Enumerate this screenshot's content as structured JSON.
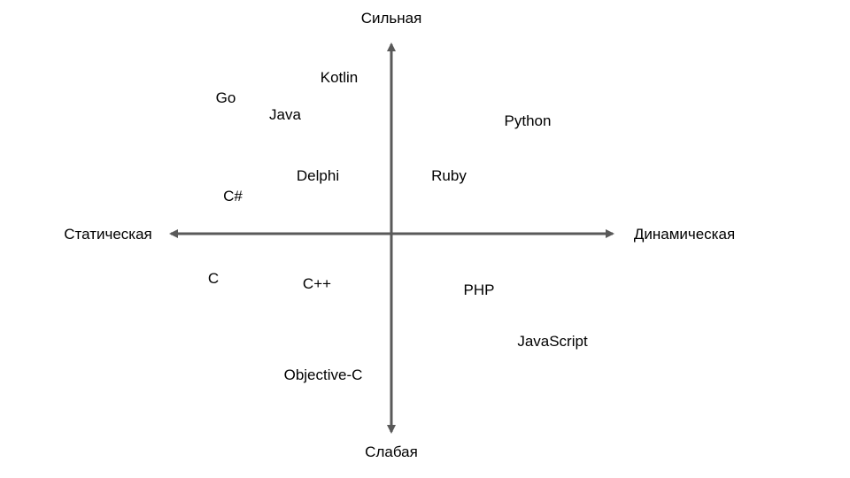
{
  "axes": {
    "vertical": {
      "top_label": "Сильная",
      "bottom_label": "Слабая"
    },
    "horizontal": {
      "left_label": "Статическая",
      "right_label": "Динамическая"
    },
    "color": "#595959"
  },
  "languages": [
    "Kotlin",
    "Go",
    "Java",
    "Python",
    "Delphi",
    "Ruby",
    "C#",
    "C",
    "C++",
    "PHP",
    "JavaScript",
    "Objective-C"
  ]
}
